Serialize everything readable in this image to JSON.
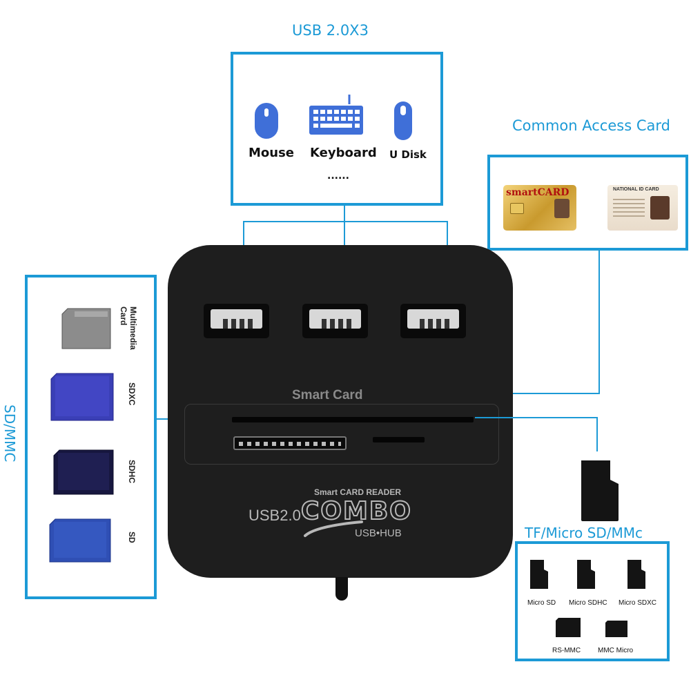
{
  "usb_callout": {
    "title": "USB 2.0X3",
    "items": [
      {
        "icon": "mouse-icon",
        "label": "Mouse"
      },
      {
        "icon": "keyboard-icon",
        "label": "Keyboard"
      },
      {
        "icon": "usb-disk-icon",
        "label": "U Disk"
      }
    ],
    "more": "......"
  },
  "cac_callout": {
    "title": "Common Access Card",
    "card1_text": "smartCARD",
    "card2_text": "NATIONAL ID CARD"
  },
  "sd_callout": {
    "title": "SD/MMC",
    "items": [
      {
        "icon": "multimedia-card-icon",
        "label": "Multimedia Card"
      },
      {
        "icon": "sdxc-card-icon",
        "label": "SDXC"
      },
      {
        "icon": "sdhc-card-icon",
        "label": "SDHC"
      },
      {
        "icon": "sd-card-icon",
        "label": "SD"
      }
    ]
  },
  "hub": {
    "smart_card_label": "Smart Card",
    "reader_label": "Smart CARD READER",
    "usb_label": "USB2.0",
    "brand": "COMBO",
    "sub_brand": "USB•HUB"
  },
  "tf_callout": {
    "title": "TF/Micro SD/MMc",
    "items": [
      {
        "icon": "micro-sd-icon",
        "label": "Micro SD"
      },
      {
        "icon": "micro-sdhc-icon",
        "label": "Micro SDHC"
      },
      {
        "icon": "micro-sdxc-icon",
        "label": "Micro SDXC"
      },
      {
        "icon": "rs-mmc-icon",
        "label": "RS-MMC"
      },
      {
        "icon": "mmc-micro-icon",
        "label": "MMC Micro"
      }
    ]
  },
  "colors": {
    "accent": "#1c9ad6",
    "hub_body": "#1e1e1e",
    "icon_blue": "#3f6fd8"
  }
}
